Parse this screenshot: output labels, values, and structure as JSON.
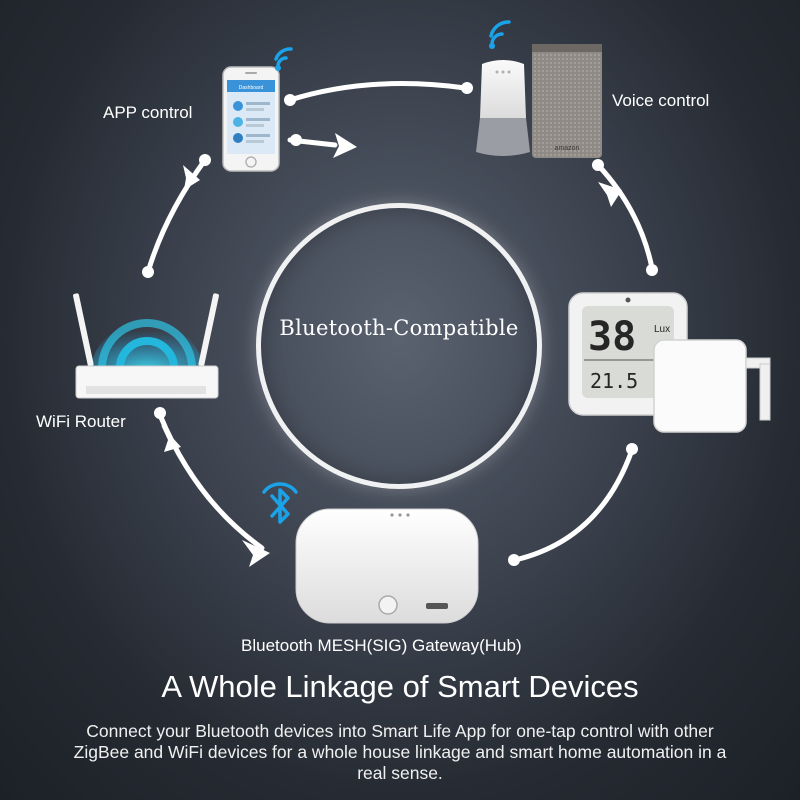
{
  "center": {
    "title": "Bluetooth-Compatible"
  },
  "nodes": {
    "app": {
      "label": "APP control"
    },
    "voice": {
      "label": "Voice control",
      "speaker_brand": "amazon"
    },
    "sensor": {
      "display_main": "38",
      "display_unit": "Lux",
      "display_secondary": "21.5"
    },
    "router": {
      "label": "WiFi Router"
    },
    "gateway": {
      "label": "Bluetooth MESH(SIG) Gateway(Hub)"
    }
  },
  "phone": {
    "screen_title": "Dashboard"
  },
  "headline": "A Whole Linkage of Smart Devices",
  "description": "Connect your Bluetooth devices into Smart Life App for one-tap control with other ZigBee and WiFi devices for a whole house linkage and smart home automation in a real sense.",
  "colors": {
    "signal": "#1aa3e8",
    "arrow": "#ffffff",
    "background": "#2b3038"
  },
  "icons": [
    "wifi-signal-icon",
    "bluetooth-icon",
    "arrow-icon"
  ]
}
